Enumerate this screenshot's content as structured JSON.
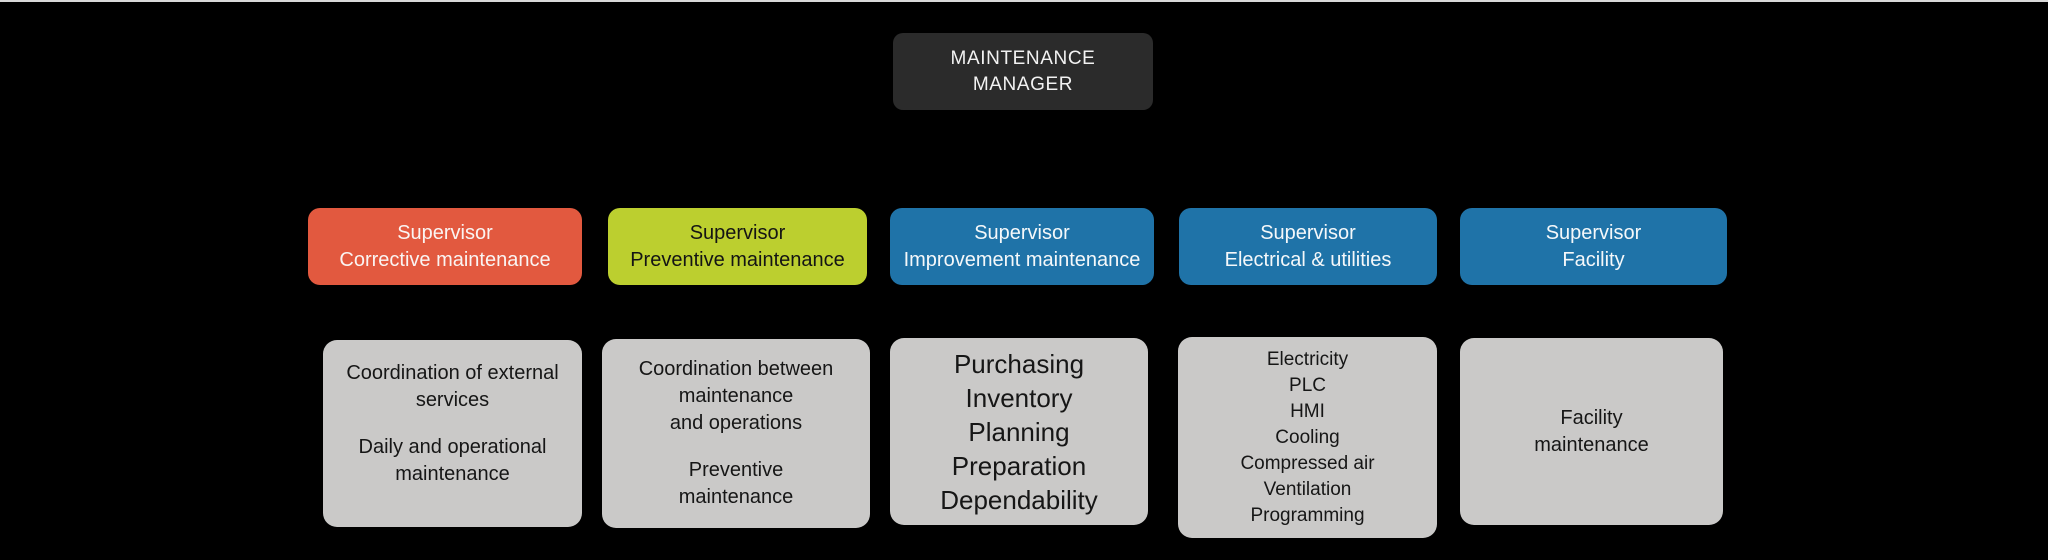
{
  "canvas": {
    "background": "#000000",
    "top_line_color": "#d8d8d8"
  },
  "manager": {
    "name": "Maintenance Manager",
    "lines": [
      "MAINTENANCE",
      "MANAGER"
    ],
    "bg": "#2b2b2b",
    "text_color": "#f2f2f2"
  },
  "supervisors": [
    {
      "id": "corrective",
      "lines": [
        "Supervisor",
        "Corrective maintenance"
      ],
      "bg": "#e2593f",
      "text_color": "#faf4f2"
    },
    {
      "id": "preventive",
      "lines": [
        "Supervisor",
        "Preventive maintenance"
      ],
      "bg": "#bccf2f",
      "text_color": "#141414"
    },
    {
      "id": "improvement",
      "lines": [
        "Supervisor",
        "Improvement maintenance"
      ],
      "bg": "#1f73a8",
      "text_color": "#f5f8fa"
    },
    {
      "id": "electrical",
      "lines": [
        "Supervisor",
        "Electrical & utilities"
      ],
      "bg": "#1f73a8",
      "text_color": "#f5f8fa"
    },
    {
      "id": "facility",
      "lines": [
        "Supervisor",
        "Facility"
      ],
      "bg": "#1f73a8",
      "text_color": "#f5f8fa"
    }
  ],
  "responsibilities": [
    {
      "lines": [
        "Coordination of external",
        "services",
        "",
        "Daily and operational",
        "maintenance",
        ""
      ]
    },
    {
      "lines": [
        "Coordination between",
        "maintenance",
        "and operations",
        "",
        "Preventive",
        "maintenance"
      ]
    },
    {
      "lines": [
        "Purchasing",
        "Inventory",
        "Planning",
        "Preparation",
        "Dependability"
      ]
    },
    {
      "lines": [
        "Electricity",
        "PLC",
        "HMI",
        "Cooling",
        "Compressed air",
        "Ventilation",
        "Programming"
      ]
    },
    {
      "lines": [
        "Facility",
        "maintenance"
      ]
    }
  ],
  "colors": {
    "card_bg": "#cac9c8",
    "card_text": "#161616"
  }
}
